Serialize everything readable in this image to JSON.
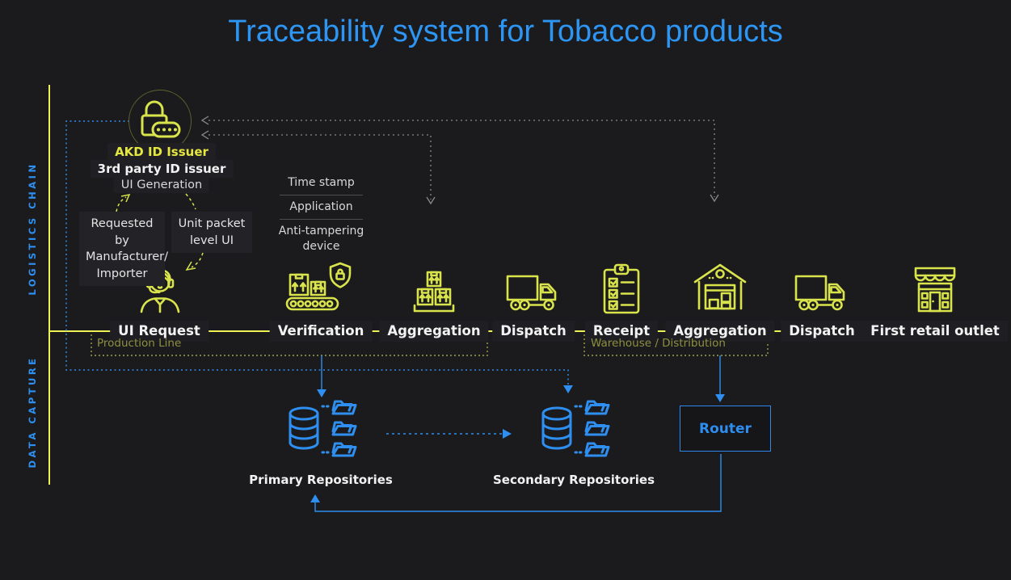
{
  "title": "Traceability system for Tobacco products",
  "sidebar": {
    "logistics": "LOGISTICS CHAIN",
    "capture": "DATA CAPTURE"
  },
  "issuer": {
    "name": "AKD ID Issuer",
    "subtitle": "3rd party ID issuer",
    "process": "UI Generation",
    "left_note": "Requested by Manufacturer/ Importer",
    "right_note": "Unit packet level UI",
    "icon": "lock-password-icon"
  },
  "verification_features": [
    "Time stamp",
    "Application",
    "Anti-tampering device"
  ],
  "stages": [
    {
      "label": "UI Request",
      "icon": "person-headset-icon"
    },
    {
      "label": "Verification",
      "icon": "conveyor-shield-icon"
    },
    {
      "label": "Aggregation",
      "icon": "boxes-pallet-icon"
    },
    {
      "label": "Dispatch",
      "icon": "truck-icon"
    },
    {
      "label": "Receipt",
      "icon": "clipboard-checklist-icon"
    },
    {
      "label": "Aggregation",
      "icon": "warehouse-icon"
    },
    {
      "label": "Dispatch",
      "icon": "truck-icon"
    },
    {
      "label": "First retail outlet",
      "icon": "storefront-icon"
    }
  ],
  "zones": [
    {
      "label": "Production Line"
    },
    {
      "label": "Warehouse / Distribution"
    }
  ],
  "repositories": {
    "primary": "Primary Repositories",
    "secondary": "Secondary Repositories",
    "icon": "database-folders-icon"
  },
  "router": {
    "label": "Router"
  },
  "colors": {
    "background": "#1b1b1d",
    "title_blue": "#2d96f4",
    "accent_blue": "#2e8ff0",
    "icon_yellow": "#d9e44c",
    "axis_yellow": "#edf154",
    "olive": "#8e9040",
    "gray_dotted": "#8a8a8a",
    "white_text": "#f2f2f2"
  }
}
